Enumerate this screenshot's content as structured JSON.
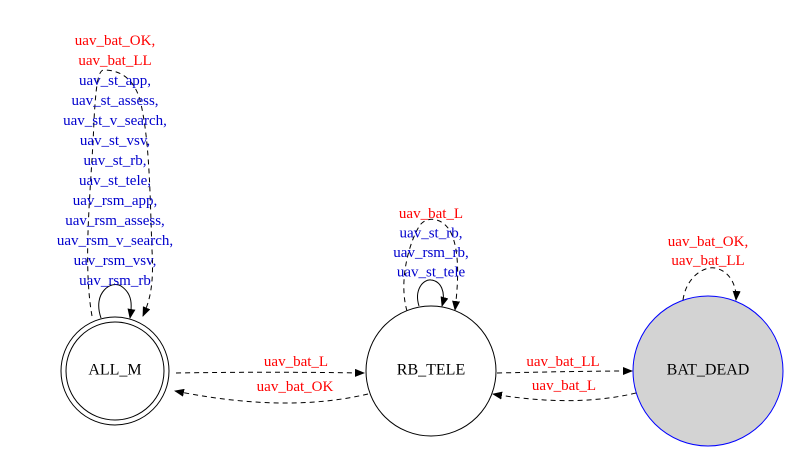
{
  "colors": {
    "edge": "#000000",
    "red_label": "#ff0000",
    "blue_label": "#0000cd",
    "dead_fill": "#d3d3d3",
    "dead_stroke": "#0000ff"
  },
  "nodes": {
    "all_m": {
      "label": "ALL_M",
      "shape": "doublecircle"
    },
    "rb_tele": {
      "label": "RB_TELE",
      "shape": "circle"
    },
    "bat_dead": {
      "label": "BAT_DEAD",
      "shape": "circle-filled"
    }
  },
  "edges": {
    "all_m_self": {
      "labels": [
        {
          "text": "uav_bat_OK,",
          "color": "red"
        },
        {
          "text": "uav_bat_LL",
          "color": "red"
        },
        {
          "text": "uav_st_app,",
          "color": "blue"
        },
        {
          "text": "uav_st_assess,",
          "color": "blue"
        },
        {
          "text": "uav_st_v_search,",
          "color": "blue"
        },
        {
          "text": "uav_st_vsv,",
          "color": "blue"
        },
        {
          "text": "uav_st_rb,",
          "color": "blue"
        },
        {
          "text": "uav_st_tele,",
          "color": "blue"
        },
        {
          "text": "uav_rsm_app,",
          "color": "blue"
        },
        {
          "text": "uav_rsm_assess,",
          "color": "blue"
        },
        {
          "text": "uav_rsm_v_search,",
          "color": "blue"
        },
        {
          "text": "uav_rsm_vsv,",
          "color": "blue"
        },
        {
          "text": "uav_rsm_rb",
          "color": "blue"
        }
      ]
    },
    "rb_tele_self": {
      "labels": [
        {
          "text": "uav_bat_L",
          "color": "red"
        },
        {
          "text": "uav_st_rb,",
          "color": "blue"
        },
        {
          "text": "uav_rsm_rb,",
          "color": "blue"
        },
        {
          "text": "uav_st_tele",
          "color": "blue"
        }
      ]
    },
    "bat_dead_self": {
      "labels": [
        {
          "text": "uav_bat_OK,",
          "color": "red"
        },
        {
          "text": "uav_bat_LL",
          "color": "red"
        }
      ]
    },
    "all_m_to_rb_tele": {
      "labels": [
        {
          "text": "uav_bat_L",
          "color": "red"
        }
      ]
    },
    "rb_tele_to_all_m": {
      "labels": [
        {
          "text": "uav_bat_OK",
          "color": "red"
        }
      ]
    },
    "rb_tele_to_bat_dead": {
      "labels": [
        {
          "text": "uav_bat_LL",
          "color": "red"
        }
      ]
    },
    "bat_dead_to_rb_tele": {
      "labels": [
        {
          "text": "uav_bat_L",
          "color": "red"
        }
      ]
    }
  }
}
